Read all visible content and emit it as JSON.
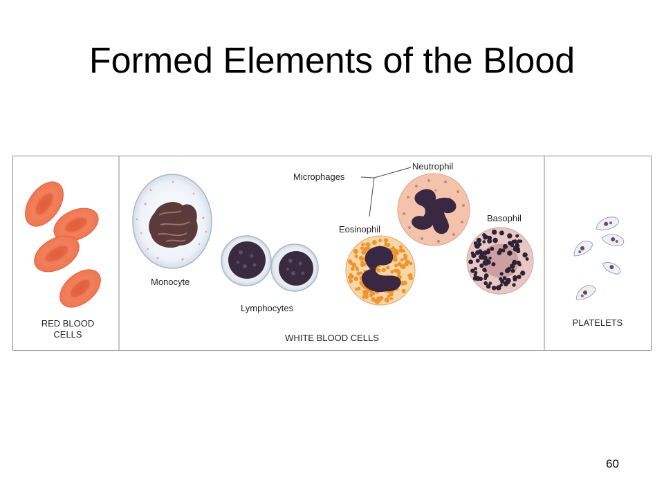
{
  "slide": {
    "title": "Formed Elements of the Blood",
    "page_number": "60"
  },
  "panels": {
    "red": {
      "label_line1": "RED BLOOD",
      "label_line2": "CELLS"
    },
    "white": {
      "label": "WHITE BLOOD CELLS"
    },
    "platelets": {
      "label": "PLATELETS"
    }
  },
  "cells": {
    "monocyte": "Monocyte",
    "lymphocytes": "Lymphocytes",
    "microphages": "Microphages",
    "neutrophil": "Neutrophil",
    "eosinophil": "Eosinophil",
    "basophil": "Basophil"
  },
  "colors": {
    "rbc": "#f07a52",
    "rbc_center": "#e0603e",
    "nucleus": "#3a2742",
    "eosin_granule": "#f3a53a",
    "neutro_cyto": "#f6c8b4",
    "baso_cyto": "#e7c7c3",
    "border": "#8a8a8a"
  }
}
